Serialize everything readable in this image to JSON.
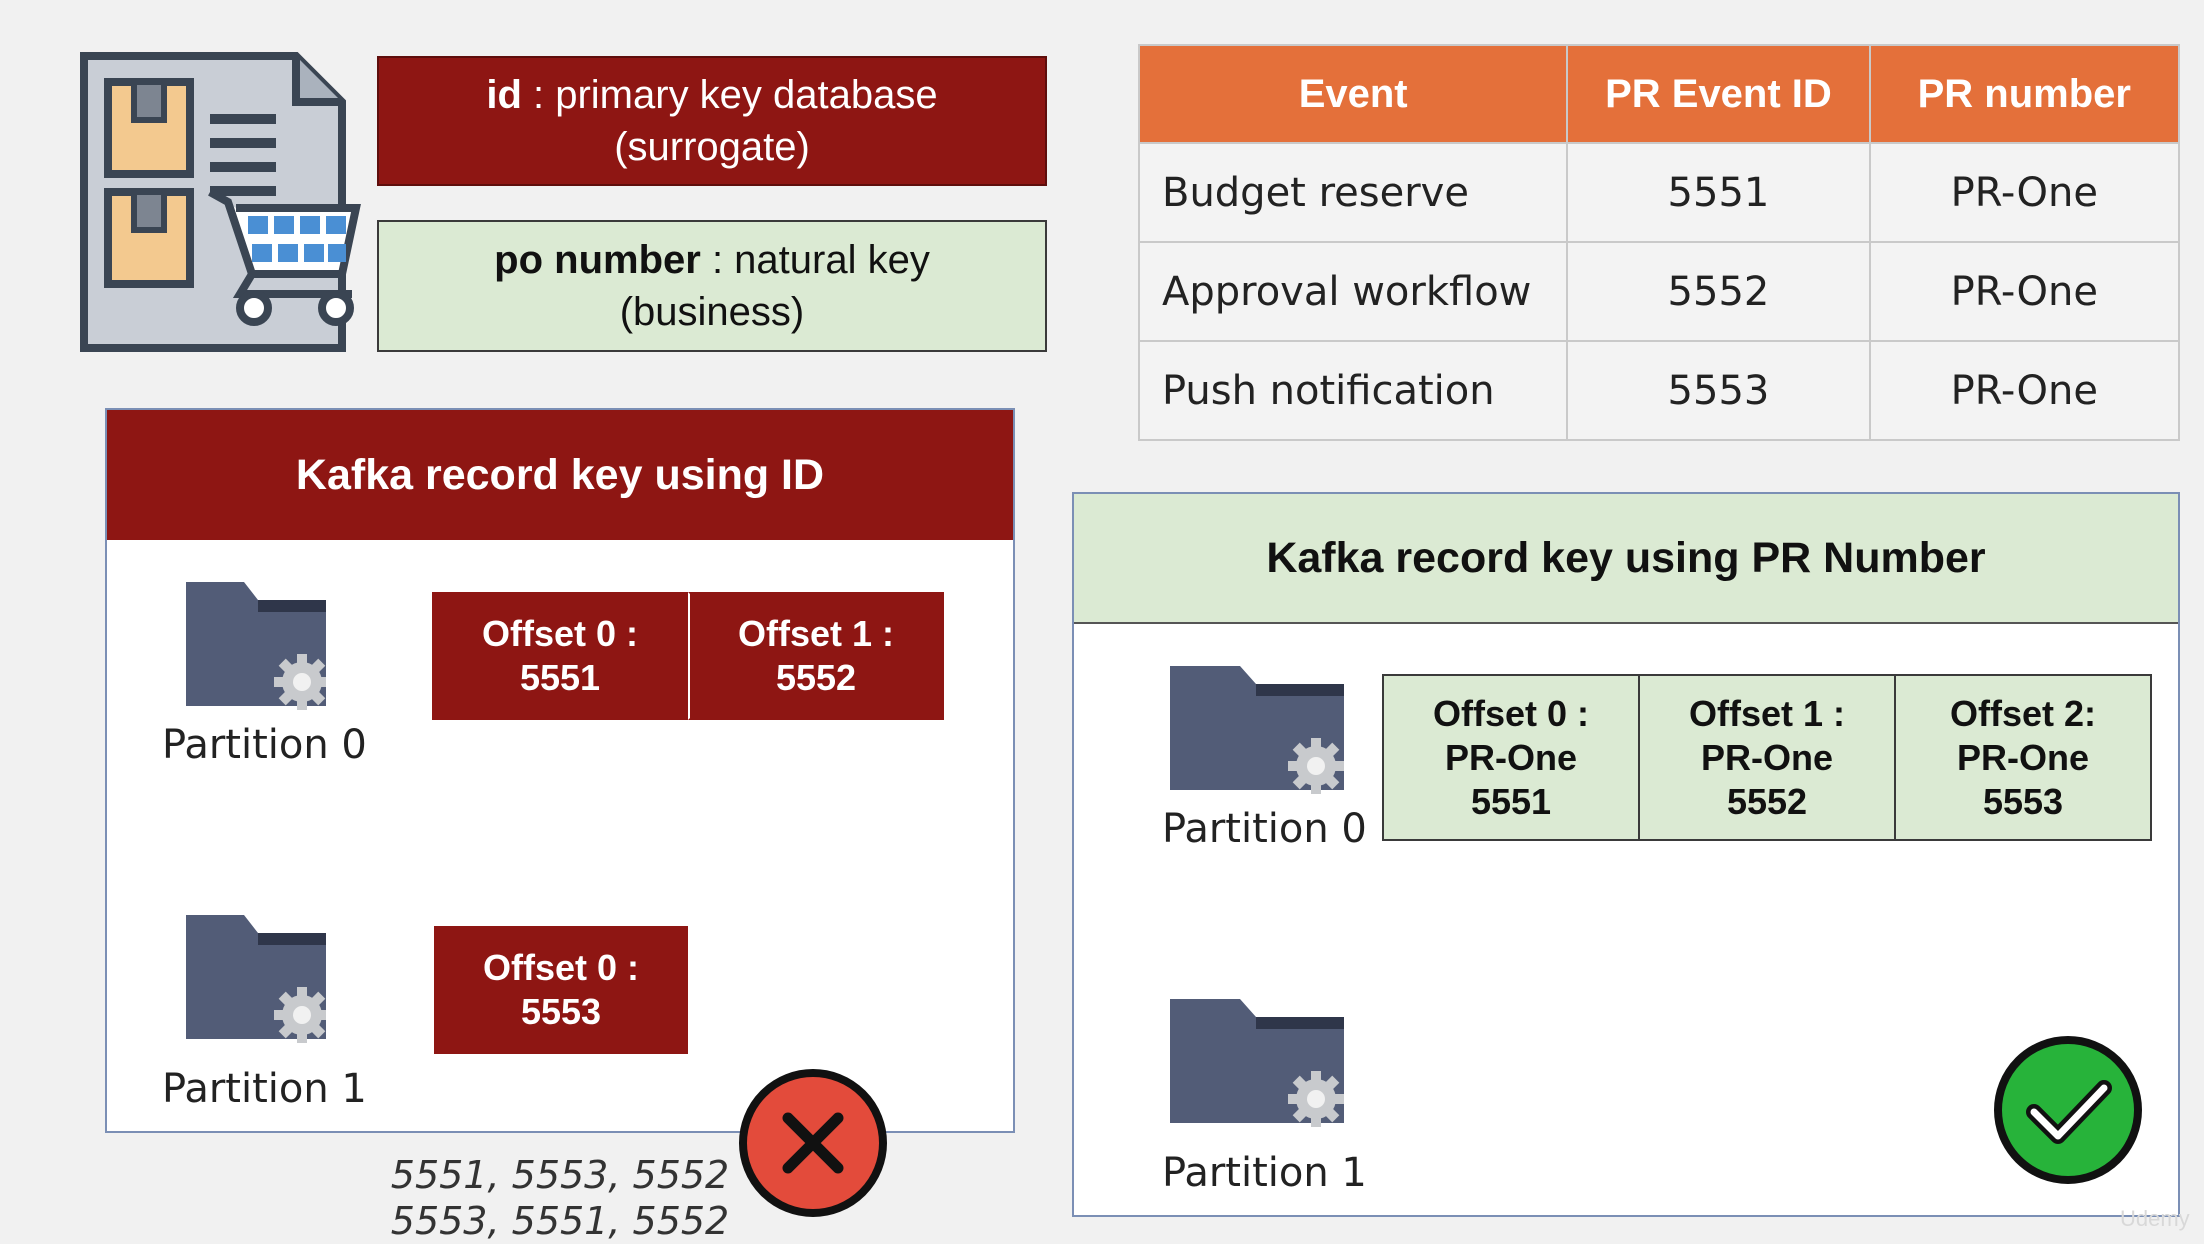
{
  "keys": {
    "id_term": "id",
    "id_desc": " : primary key database",
    "id_sub": "(surrogate)",
    "po_term": "po number",
    "po_desc": " : natural key",
    "po_sub": "(business)"
  },
  "table": {
    "headers": [
      "Event",
      "PR Event ID",
      "PR number"
    ],
    "rows": [
      [
        "Budget reserve",
        "5551",
        "PR-One"
      ],
      [
        "Approval workflow",
        "5552",
        "PR-One"
      ],
      [
        "Push notification",
        "5553",
        "PR-One"
      ]
    ]
  },
  "left_panel": {
    "title": "Kafka record key using ID",
    "partition0_label": "Partition 0",
    "partition1_label": "Partition 1",
    "p0_offsets": [
      {
        "line1": "Offset 0 :",
        "line2": "5551"
      },
      {
        "line1": "Offset 1 :",
        "line2": "5552"
      }
    ],
    "p1_offsets": [
      {
        "line1": "Offset 0 :",
        "line2": "5553"
      }
    ],
    "orderings": [
      "5551, 5553, 5552",
      "5553, 5551, 5552"
    ],
    "status_icon": "x-mark-icon"
  },
  "right_panel": {
    "title": "Kafka record key using PR Number",
    "partition0_label": "Partition 0",
    "partition1_label": "Partition 1",
    "p0_offsets": [
      {
        "line1": "Offset 0 :",
        "line2": "PR-One",
        "line3": "5551"
      },
      {
        "line1": "Offset 1 :",
        "line2": "PR-One",
        "line3": "5552"
      },
      {
        "line1": "Offset 2:",
        "line2": "PR-One",
        "line3": "5553"
      }
    ],
    "status_icon": "check-mark-icon"
  },
  "watermark": "Udemy",
  "colors": {
    "dark_red": "#8e1613",
    "light_green": "#dbead3",
    "orange": "#e4703a",
    "error_red": "#e34b3b",
    "success_green": "#27b33a"
  }
}
